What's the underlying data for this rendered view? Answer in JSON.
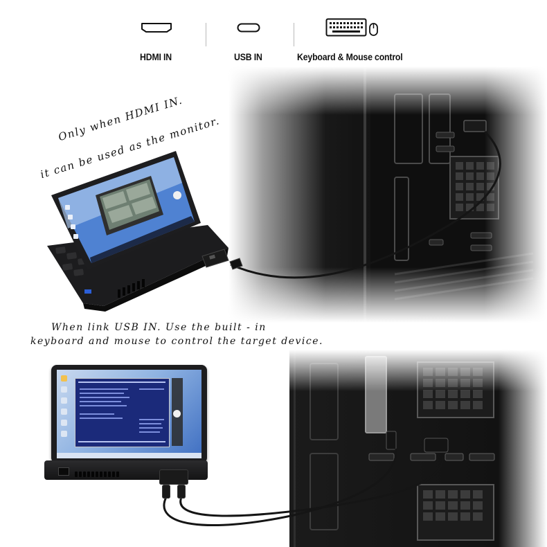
{
  "legend": [
    {
      "icon": "hdmi-port-icon",
      "label": "HDMI IN"
    },
    {
      "icon": "usb-c-port-icon",
      "label": "USB IN"
    },
    {
      "icon": "keyboard-mouse-icon",
      "label": "Keyboard & Mouse control"
    }
  ],
  "caption_top": {
    "line1": "Only when HDMI IN.",
    "line2": "it can be used as the monitor."
  },
  "caption_bottom": {
    "line1": "When link USB IN. Use the built - in",
    "line2": "keyboard and mouse to control the target device."
  },
  "colors": {
    "tower": "#111111",
    "cable": "#151515",
    "legend_text": "#111111",
    "desktop_blue": "#3f6fc2",
    "bios_blue": "#1b2a7a"
  }
}
